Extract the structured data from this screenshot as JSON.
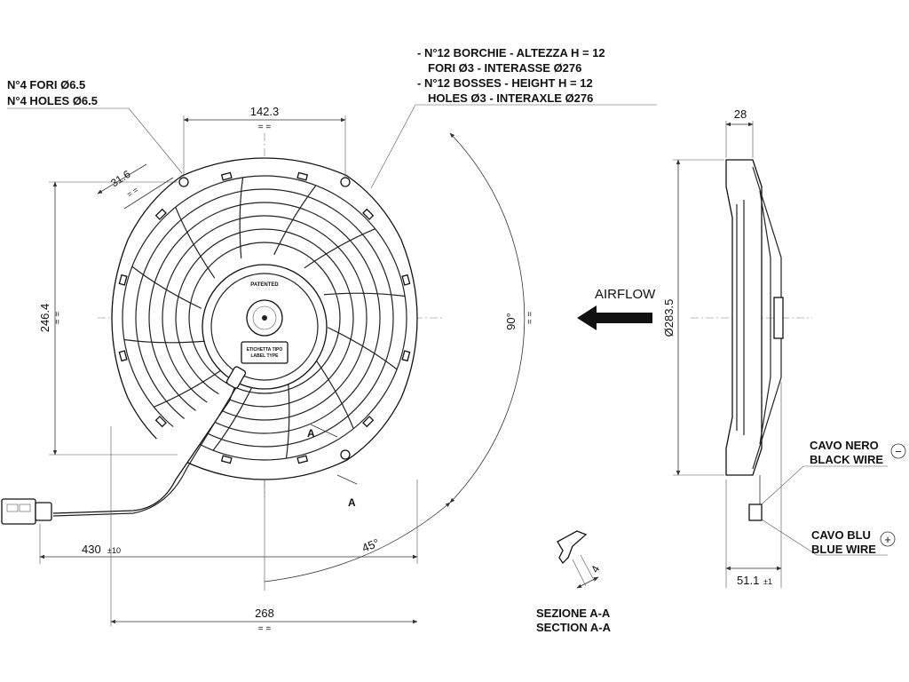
{
  "notes": {
    "holes_it": "N°4 FORI Ø6.5",
    "holes_en": "N°4 HOLES Ø6.5",
    "bosses_it_1": "- N°12 BORCHIE - ALTEZZA H = 12",
    "bosses_it_2": "FORI Ø3 - INTERASSE Ø276",
    "bosses_en_1": "- N°12 BOSSES - HEIGHT H = 12",
    "bosses_en_2": "HOLES Ø3 - INTERAXLE Ø276"
  },
  "dimensions": {
    "top_width": "142.3",
    "hole_offset": "31.6",
    "height": "246.4",
    "angle_90": "90°",
    "angle_45": "45°",
    "cable_length": "430",
    "cable_tol": "±10",
    "bottom_width": "268",
    "depth": "28",
    "diameter": "Ø283.5",
    "side_depth": "51.1",
    "side_tol": "±1",
    "section_thickness": "4",
    "eq": "= ="
  },
  "labels": {
    "airflow": "AIRFLOW",
    "patented": "PATENTED",
    "label_it": "ETICHETTA TIPO",
    "label_en": "LABEL TYPE",
    "section_marker": "A",
    "section_it": "SEZIONE A-A",
    "section_en": "SECTION A-A",
    "black_wire_it": "CAVO NERO",
    "black_wire_en": "BLACK WIRE",
    "blue_wire_it": "CAVO BLU",
    "blue_wire_en": "BLUE WIRE",
    "minus": "−",
    "plus": "+"
  },
  "colors": {
    "ink": "#111111",
    "background": "#ffffff"
  }
}
